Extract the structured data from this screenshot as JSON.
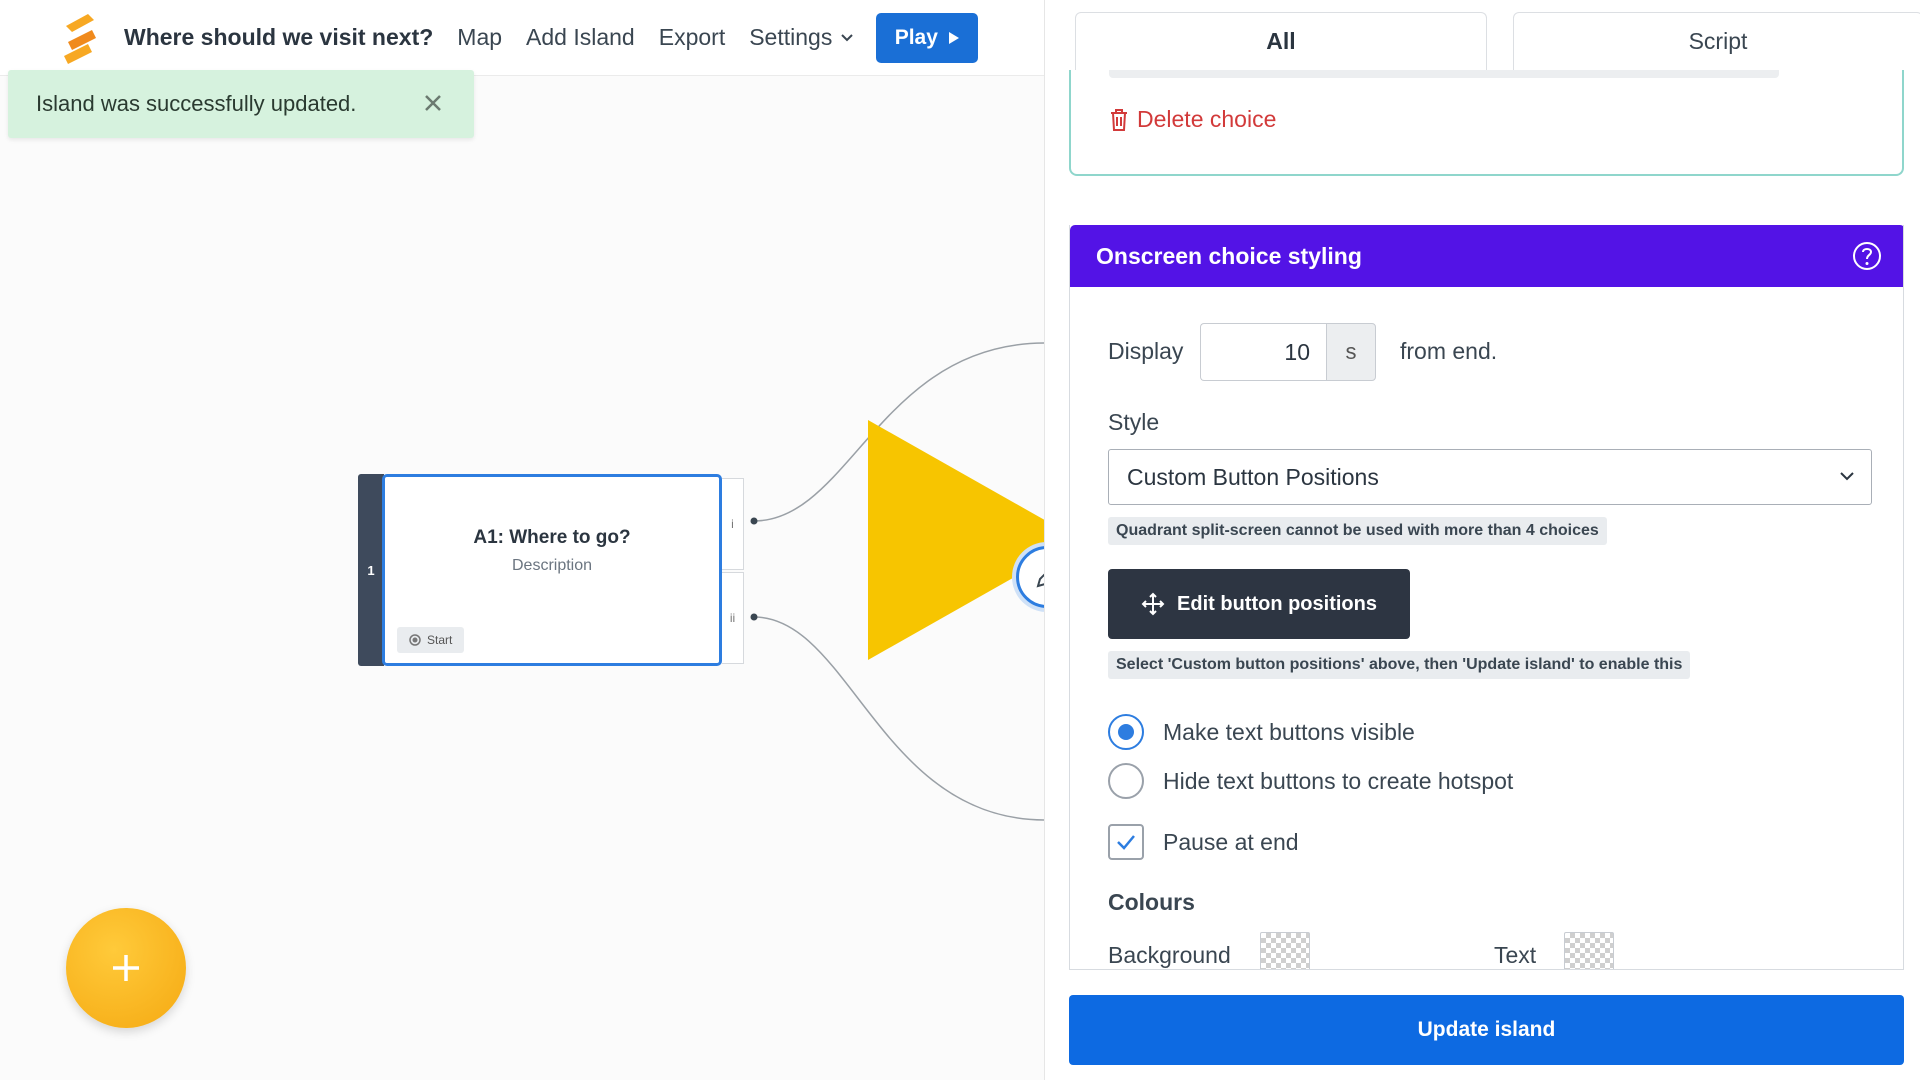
{
  "header": {
    "project_title": "Where should we visit next?",
    "nav": [
      "Map",
      "Add Island",
      "Export",
      "Settings"
    ],
    "play_label": "Play"
  },
  "toast": {
    "message": "Island was successfully updated."
  },
  "node": {
    "index": "1",
    "title": "A1: Where to go?",
    "description": "Description",
    "start_label": "Start",
    "port_labels": [
      "i",
      "ii"
    ]
  },
  "panel": {
    "tabs": [
      "All",
      "Script"
    ],
    "delete_choice_label": "Delete choice",
    "styling": {
      "title": "Onscreen choice styling",
      "display_label": "Display",
      "display_value": "10",
      "display_unit": "s",
      "display_suffix": "from end.",
      "style_label": "Style",
      "style_selected": "Custom Button Positions",
      "style_hint": "Quadrant split-screen cannot be used with more than 4 choices",
      "edit_positions_label": "Edit button positions",
      "edit_positions_hint": "Select 'Custom button positions' above, then 'Update island' to enable this",
      "visibility_options": [
        {
          "label": "Make text buttons visible",
          "selected": true
        },
        {
          "label": "Hide text buttons to create hotspot",
          "selected": false
        }
      ],
      "pause_at_end_label": "Pause at end",
      "pause_at_end_checked": true,
      "colours_heading": "Colours",
      "background_label": "Background",
      "text_label": "Text"
    },
    "update_label": "Update island"
  },
  "colors": {
    "primary_blue": "#1a6fd6",
    "header_purple": "#5313e6",
    "toast_green": "#d6f2de",
    "fab_orange": "#f5a912",
    "overlay_yellow": "#f7c500",
    "delete_red": "#d23a3a"
  },
  "icons": {
    "logo": "stack-logo-icon",
    "close": "close-icon",
    "help": "question-circle-icon",
    "delete": "trash-icon",
    "move": "move-arrows-icon",
    "edit": "pencil-icon",
    "add": "plus-icon"
  }
}
